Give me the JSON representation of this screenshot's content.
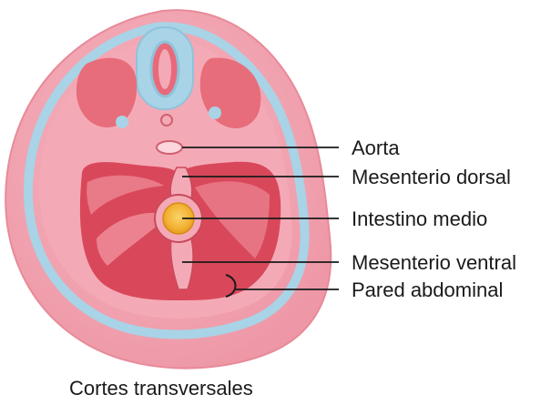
{
  "caption": "Cortes transversales",
  "labels": {
    "aorta": "Aorta",
    "mesenterio_dorsal": "Mesenterio dorsal",
    "intestino_medio": "Intestino medio",
    "mesenterio_ventral": "Mesenterio ventral",
    "pared_abdominal": "Pared abdominal"
  },
  "colors": {
    "skin": "#f2a3b0",
    "skin_light": "#fbd6dc",
    "membrane_blue": "#a9d3e6",
    "muscle": "#e76d7b",
    "cavity": "#d9485a",
    "gut_yellow": "#f2b233",
    "line": "#1a1a1a"
  }
}
